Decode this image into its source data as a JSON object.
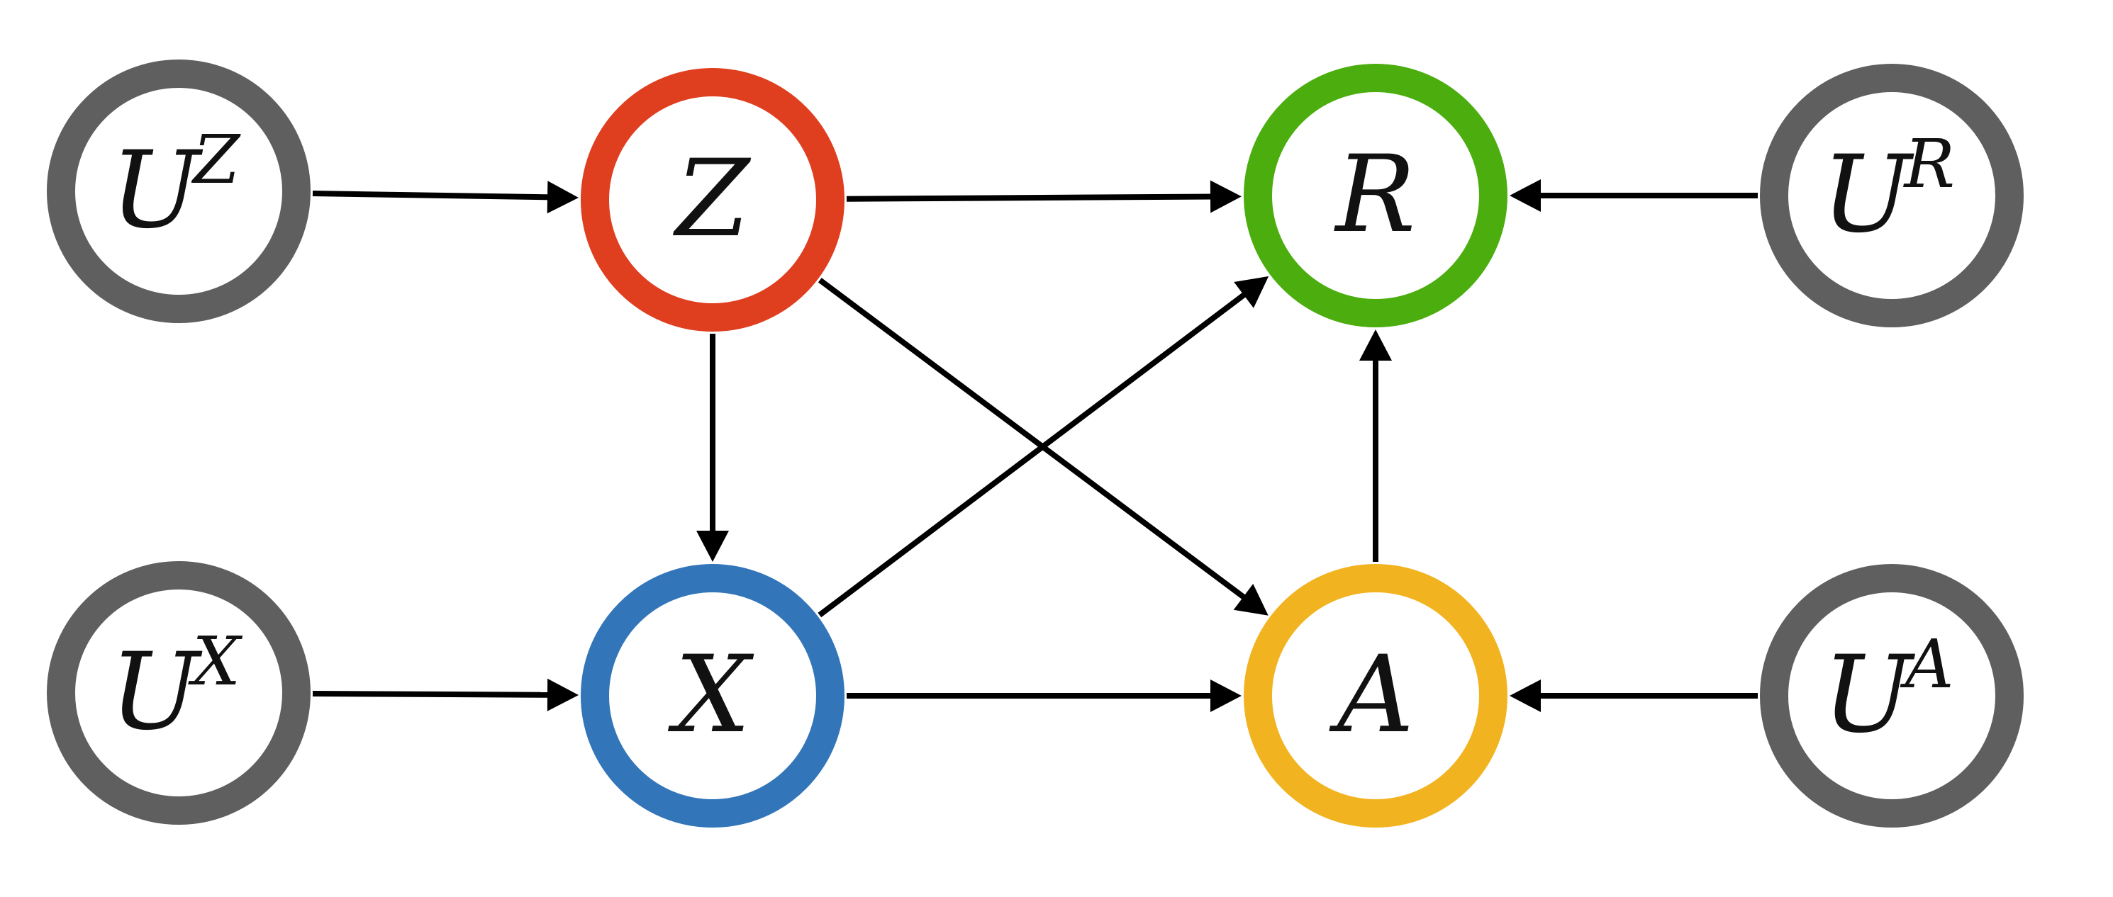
{
  "colors": {
    "exogenous": "#5f5f5f",
    "Z": "#df3e1f",
    "X": "#3275b9",
    "R": "#4cad0e",
    "A": "#f2b320",
    "arrow": "#000000"
  },
  "nodes": [
    {
      "id": "UZ",
      "base": "U",
      "sup": "Z",
      "role": "exogenous"
    },
    {
      "id": "Z",
      "base": "Z",
      "sup": "",
      "role": "Z"
    },
    {
      "id": "R",
      "base": "R",
      "sup": "",
      "role": "R"
    },
    {
      "id": "UR",
      "base": "U",
      "sup": "R",
      "role": "exogenous"
    },
    {
      "id": "UX",
      "base": "U",
      "sup": "X",
      "role": "exogenous"
    },
    {
      "id": "X",
      "base": "X",
      "sup": "",
      "role": "X"
    },
    {
      "id": "A",
      "base": "A",
      "sup": "",
      "role": "A"
    },
    {
      "id": "UA",
      "base": "U",
      "sup": "A",
      "role": "exogenous"
    }
  ],
  "edges": [
    {
      "from": "UZ",
      "to": "Z"
    },
    {
      "from": "Z",
      "to": "R"
    },
    {
      "from": "UR",
      "to": "R"
    },
    {
      "from": "Z",
      "to": "X"
    },
    {
      "from": "Z",
      "to": "A"
    },
    {
      "from": "X",
      "to": "R"
    },
    {
      "from": "A",
      "to": "R"
    },
    {
      "from": "UX",
      "to": "X"
    },
    {
      "from": "X",
      "to": "A"
    },
    {
      "from": "UA",
      "to": "A"
    }
  ]
}
